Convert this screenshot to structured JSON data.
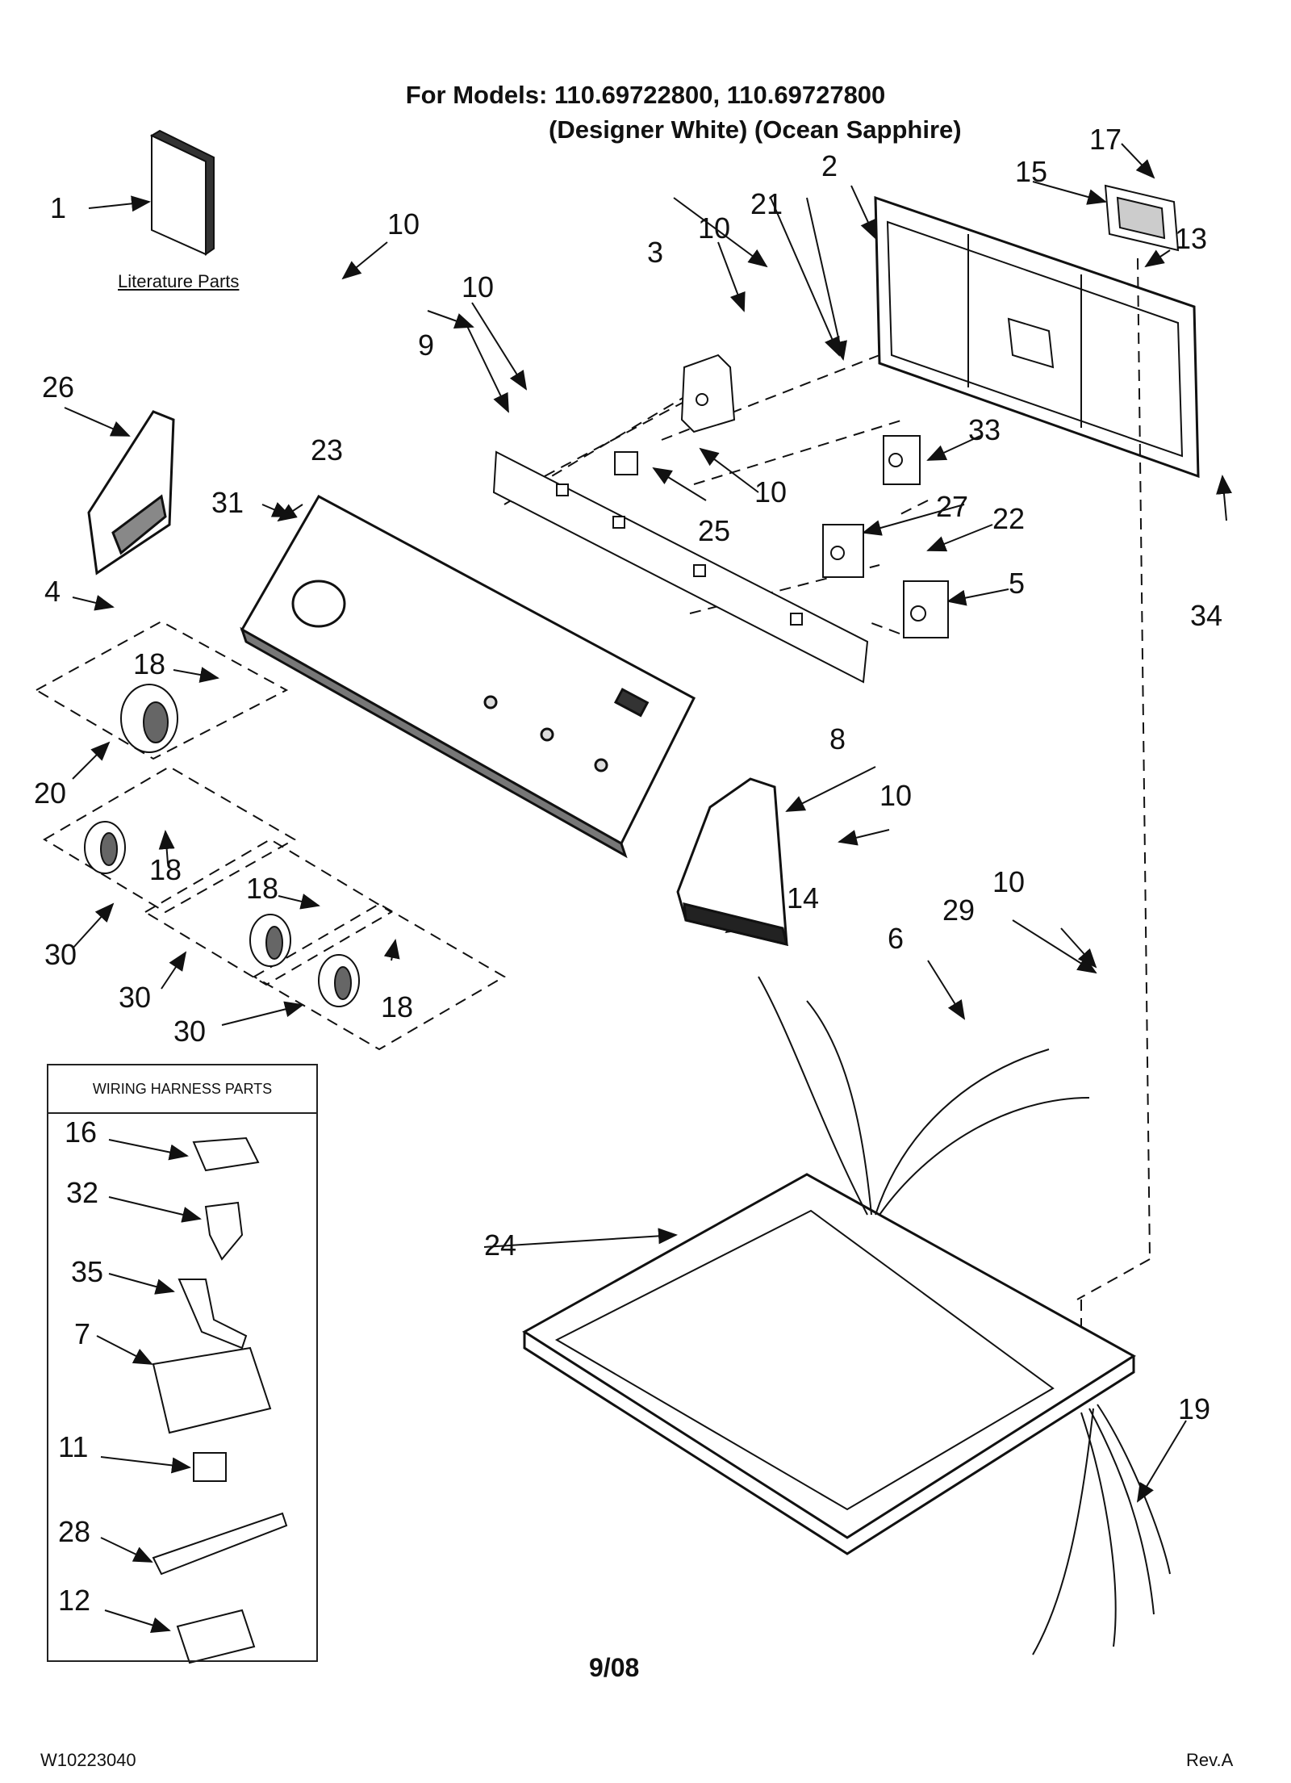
{
  "header": {
    "line1": "For Models: 110.69722800, 110.69727800",
    "line2": "(Designer White) (Ocean Sapphire)"
  },
  "literature_label": "Literature Parts",
  "harness_box": {
    "title": "WIRING HARNESS PARTS"
  },
  "callouts": {
    "c1": "1",
    "c2": "2",
    "c3": "3",
    "c4": "4",
    "c5": "5",
    "c6": "6",
    "c7": "7",
    "c8": "8",
    "c9": "9",
    "c10": "10",
    "c11": "11",
    "c12": "12",
    "c13": "13",
    "c14": "14",
    "c15": "15",
    "c16": "16",
    "c17": "17",
    "c18": "18",
    "c19": "19",
    "c20": "20",
    "c21": "21",
    "c22": "22",
    "c23": "23",
    "c24": "24",
    "c25": "25",
    "c26": "26",
    "c27": "27",
    "c28": "28",
    "c29": "29",
    "c30": "30",
    "c31": "31",
    "c32": "32",
    "c33": "33",
    "c34": "34",
    "c35": "35"
  },
  "footer": {
    "date": "9/08",
    "doc_number": "W10223040",
    "revision": "Rev.A"
  }
}
